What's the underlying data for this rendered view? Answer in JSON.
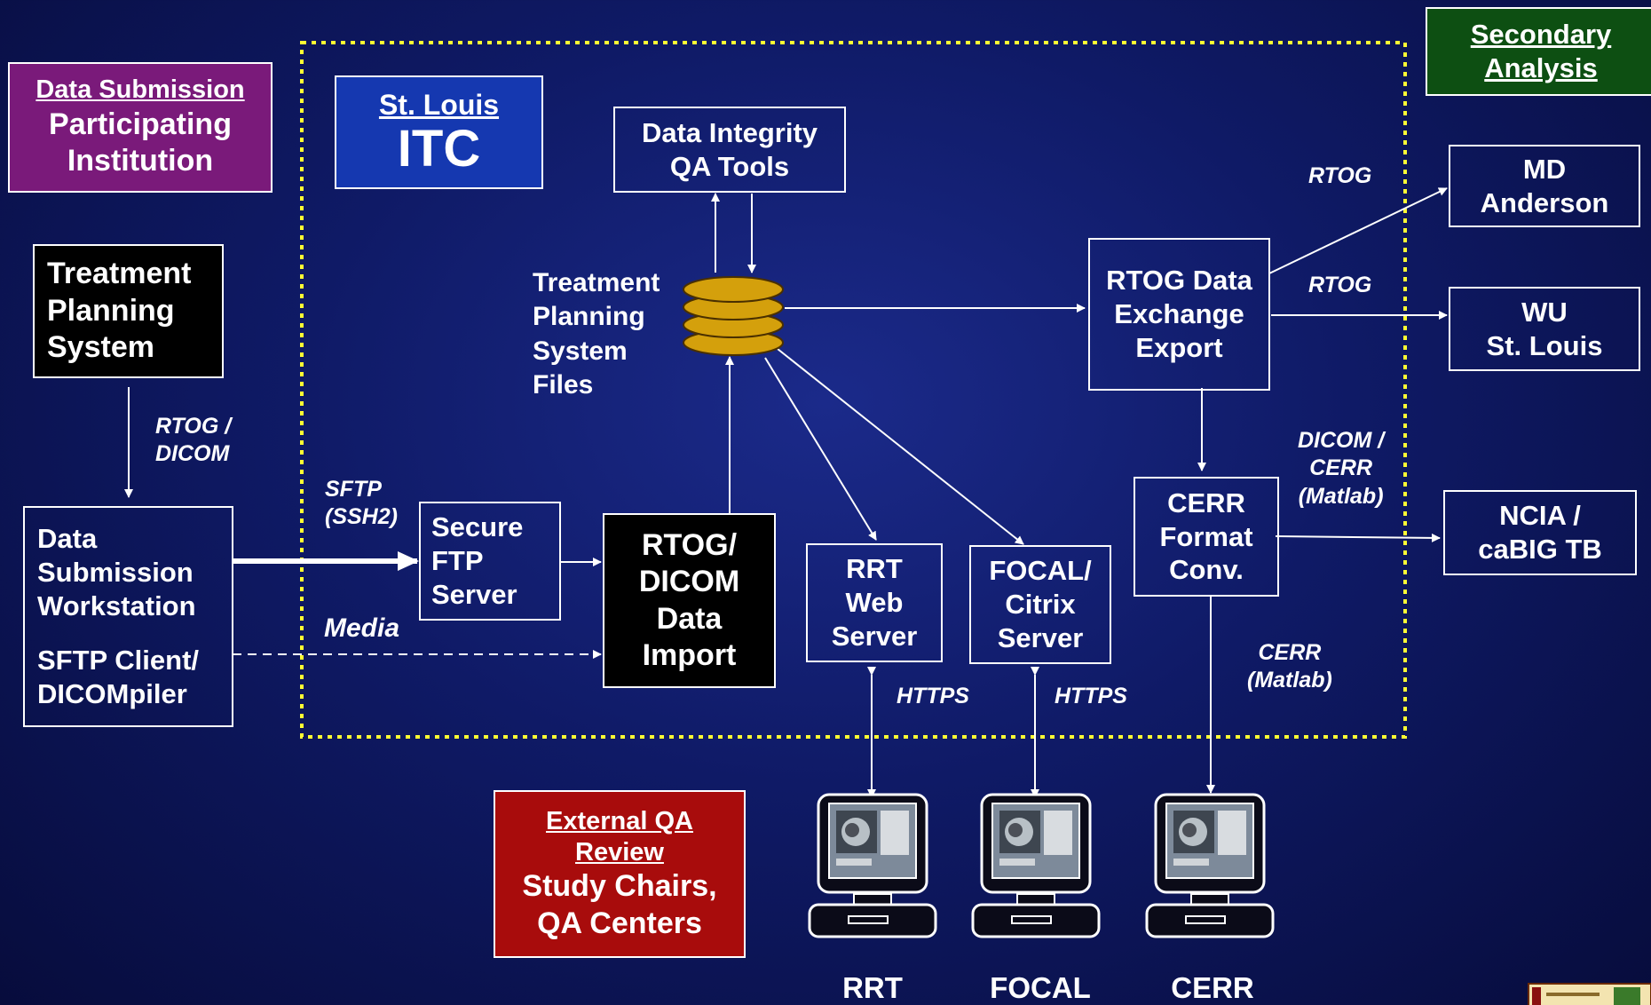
{
  "data_submission": {
    "heading": "Data Submission",
    "line1": "Participating",
    "line2": "Institution"
  },
  "st_louis": {
    "heading": "St. Louis",
    "title": "ITC"
  },
  "secondary": {
    "line1": "Secondary",
    "line2": "Analysis"
  },
  "tps": {
    "line1": "Treatment",
    "line2": "Planning",
    "line3": "System"
  },
  "data_integrity": {
    "line1": "Data Integrity",
    "line2": "QA Tools"
  },
  "tps_files": {
    "line1": "Treatment",
    "line2": "Planning",
    "line3": "System",
    "line4": "Files"
  },
  "rtog_export": {
    "line1": "RTOG Data",
    "line2": "Exchange",
    "line3": "Export"
  },
  "md_anderson": {
    "line1": "MD",
    "line2": "Anderson"
  },
  "wu": {
    "line1": "WU",
    "line2": "St. Louis"
  },
  "ncia": {
    "line1": "NCIA /",
    "line2": "caBIG TB"
  },
  "workstation": {
    "line1": "Data",
    "line2": "Submission",
    "line3": "Workstation",
    "line4": "SFTP Client/",
    "line5": "DICOMpiler"
  },
  "sftp_server": {
    "line1": "Secure",
    "line2": "FTP",
    "line3": "Server"
  },
  "rtog_import": {
    "line1": "RTOG/",
    "line2": "DICOM",
    "line3": "Data",
    "line4": "Import"
  },
  "rrt_server": {
    "line1": "RRT",
    "line2": "Web",
    "line3": "Server"
  },
  "focal_server": {
    "line1": "FOCAL/",
    "line2": "Citrix",
    "line3": "Server"
  },
  "cerr_conv": {
    "line1": "CERR",
    "line2": "Format",
    "line3": "Conv."
  },
  "external_qa": {
    "heading1": "External QA",
    "heading2": "Review",
    "line1": "Study Chairs,",
    "line2": "QA Centers"
  },
  "labels": {
    "rtog_dicom_1": "RTOG /",
    "rtog_dicom_2": "DICOM",
    "sftp_1": "SFTP",
    "sftp_2": "(SSH2)",
    "media": "Media",
    "rtog_top": "RTOG",
    "rtog_mid": "RTOG",
    "dicom_cerr_1": "DICOM /",
    "dicom_cerr_2": "CERR",
    "dicom_cerr_3": "(Matlab)",
    "cerr_1": "CERR",
    "cerr_2": "(Matlab)",
    "https_1": "HTTPS",
    "https_2": "HTTPS"
  },
  "computers": [
    {
      "label": "RRT"
    },
    {
      "label": "FOCAL"
    },
    {
      "label": "CERR"
    }
  ],
  "colors": {
    "background": "#0f1a66",
    "dotted_border": "#ffff33",
    "purple": "#7a1a7a",
    "blue": "#1538b0",
    "green": "#0d4f12",
    "red": "#a80c0c",
    "black": "#000000",
    "db": "#d4a00c"
  },
  "icons": [
    "database-icon",
    "computer-icon",
    "logo-icon"
  ]
}
